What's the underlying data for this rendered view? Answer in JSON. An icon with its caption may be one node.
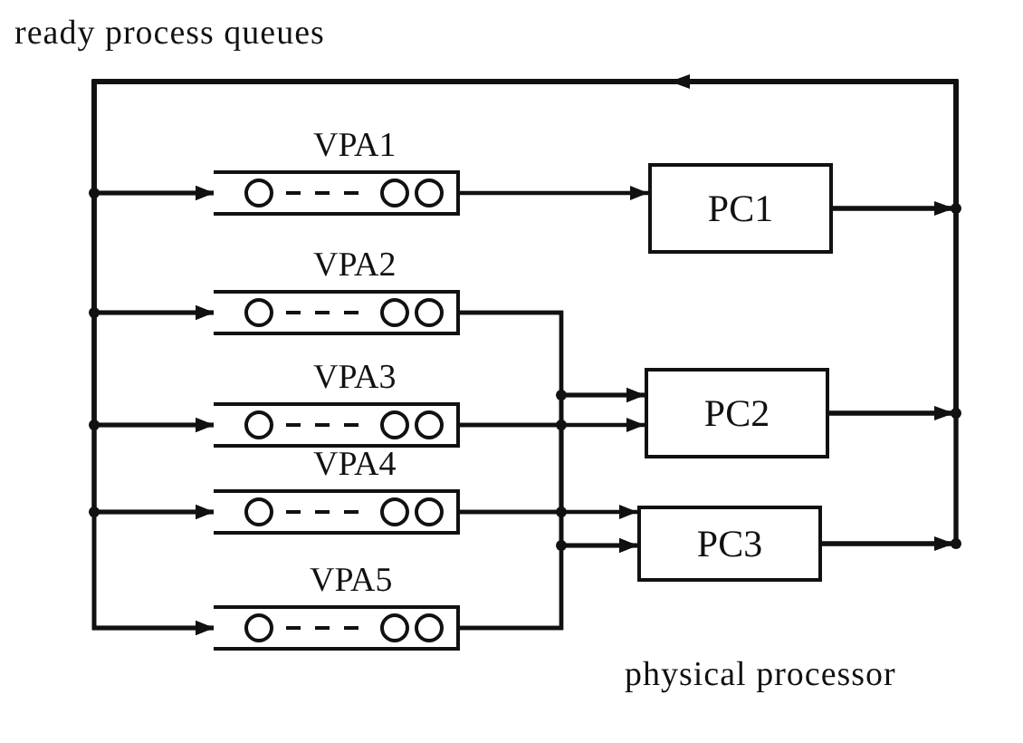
{
  "diagram": {
    "nodes": [
      {
        "text": [
          "VPA1"
        ]
      },
      {
        "text": [
          "VPA2"
        ]
      },
      {
        "text": [
          "VPA3"
        ]
      },
      {
        "text": [
          "VPA4"
        ]
      },
      {
        "text": [
          "VPA5"
        ]
      },
      {
        "text": [
          "PC1"
        ]
      },
      {
        "text": [
          "PC2"
        ]
      },
      {
        "text": [
          "PC3"
        ]
      }
    ],
    "edges": [
      {
        "from": 0,
        "to": 5,
        "arrow": "to"
      },
      {
        "from": 1,
        "to": 6,
        "arrow": "to"
      },
      {
        "from": 1,
        "to": 7,
        "arrow": "to"
      },
      {
        "from": 2,
        "to": 6,
        "arrow": "to"
      },
      {
        "from": 2,
        "to": 7,
        "arrow": "to"
      },
      {
        "from": 3,
        "to": 6,
        "arrow": "to"
      },
      {
        "from": 3,
        "to": 7,
        "arrow": "to"
      },
      {
        "from": 4,
        "to": 6,
        "arrow": "to"
      },
      {
        "from": 4,
        "to": 7,
        "arrow": "to"
      },
      {
        "from": 5,
        "to": 0,
        "arrow": "to"
      },
      {
        "from": 5,
        "to": 1,
        "arrow": "to"
      },
      {
        "from": 5,
        "to": 2,
        "arrow": "to"
      },
      {
        "from": 5,
        "to": 3,
        "arrow": "to"
      },
      {
        "from": 5,
        "to": 4,
        "arrow": "to"
      },
      {
        "from": 6,
        "to": 0,
        "arrow": "to"
      },
      {
        "from": 6,
        "to": 1,
        "arrow": "to"
      },
      {
        "from": 6,
        "to": 2,
        "arrow": "to"
      },
      {
        "from": 6,
        "to": 3,
        "arrow": "to"
      },
      {
        "from": 6,
        "to": 4,
        "arrow": "to"
      },
      {
        "from": 7,
        "to": 0,
        "arrow": "to"
      },
      {
        "from": 7,
        "to": 1,
        "arrow": "to"
      },
      {
        "from": 7,
        "to": 2,
        "arrow": "to"
      },
      {
        "from": 7,
        "to": 3,
        "arrow": "to"
      },
      {
        "from": 7,
        "to": 4,
        "arrow": "to"
      }
    ],
    "labels": [
      "ready process queues",
      "physical processor"
    ]
  }
}
